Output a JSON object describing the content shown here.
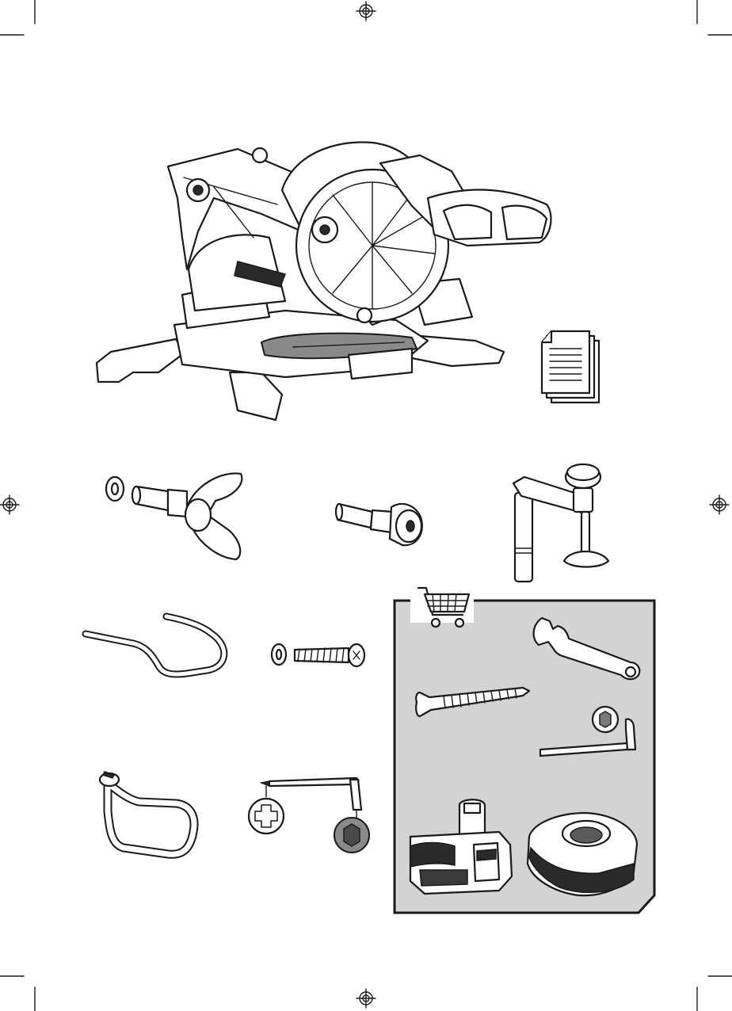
{
  "page": {
    "kind": "loose-parts illustration",
    "accessories_panel_color": "#d3d3d3",
    "line_color": "#1a1a1a"
  },
  "items": [
    {
      "id": "miter-saw",
      "icon": "miter-saw-icon"
    },
    {
      "id": "documents",
      "icon": "document-stack-icon"
    },
    {
      "id": "bevel-lock-knob",
      "icon": "wing-knob-icon"
    },
    {
      "id": "miter-lock-knob",
      "icon": "round-knob-icon"
    },
    {
      "id": "work-clamp",
      "icon": "clamp-icon"
    },
    {
      "id": "work-support-rod",
      "icon": "support-rod-icon"
    },
    {
      "id": "bolt-and-washer",
      "icon": "bolt-icon"
    },
    {
      "id": "dust-bag-frame",
      "icon": "dust-frame-icon"
    },
    {
      "id": "hex-screwdriver-key",
      "icon": "hex-key-icon"
    }
  ],
  "sold_separately": {
    "icon": "shopping-cart-icon",
    "items": [
      {
        "id": "blade-wrench",
        "icon": "wrench-icon"
      },
      {
        "id": "mounting-screw",
        "icon": "screw-icon"
      },
      {
        "id": "hex-key",
        "icon": "hex-key-icon"
      },
      {
        "id": "battery-pack",
        "icon": "battery-icon"
      },
      {
        "id": "charger",
        "icon": "charger-icon"
      }
    ]
  }
}
